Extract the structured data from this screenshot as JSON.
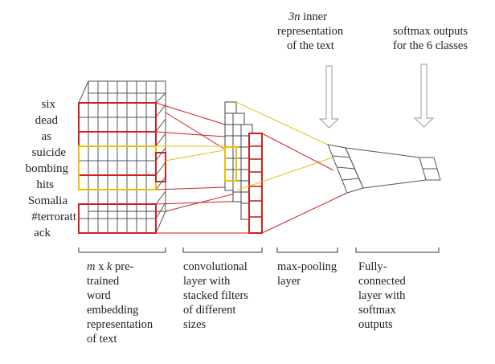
{
  "words": [
    "six",
    "dead",
    "as",
    "suicide",
    "bombing",
    "hits",
    "Somalia",
    "#terroratt",
    "ack"
  ],
  "top_labels": {
    "inner_rep": {
      "var": "3n",
      "line1_rest": " inner",
      "line2": "representation",
      "line3": "of the text"
    },
    "softmax": {
      "line1": "softmax outputs",
      "line2": "for the 6 classes"
    }
  },
  "captions": {
    "embedding": {
      "var_m": "m",
      "x_sign": " x ",
      "var_k": "k",
      "line1_rest": " pre-",
      "lines": [
        "trained",
        "word",
        "embedding",
        "representation",
        "of text"
      ]
    },
    "conv": {
      "lines": [
        "convolutional",
        "layer with",
        "stacked filters",
        "of different",
        "sizes"
      ]
    },
    "pool": {
      "lines": [
        "max-pooling",
        "layer"
      ]
    },
    "fc": {
      "lines": [
        "Fully-",
        "connected",
        "layer with",
        "softmax",
        "outputs"
      ]
    }
  },
  "colors": {
    "red": "#cc2222",
    "yellow": "#e8c20a",
    "grid": "#555555",
    "arrow": "#9a9a9a",
    "text": "#222222"
  }
}
